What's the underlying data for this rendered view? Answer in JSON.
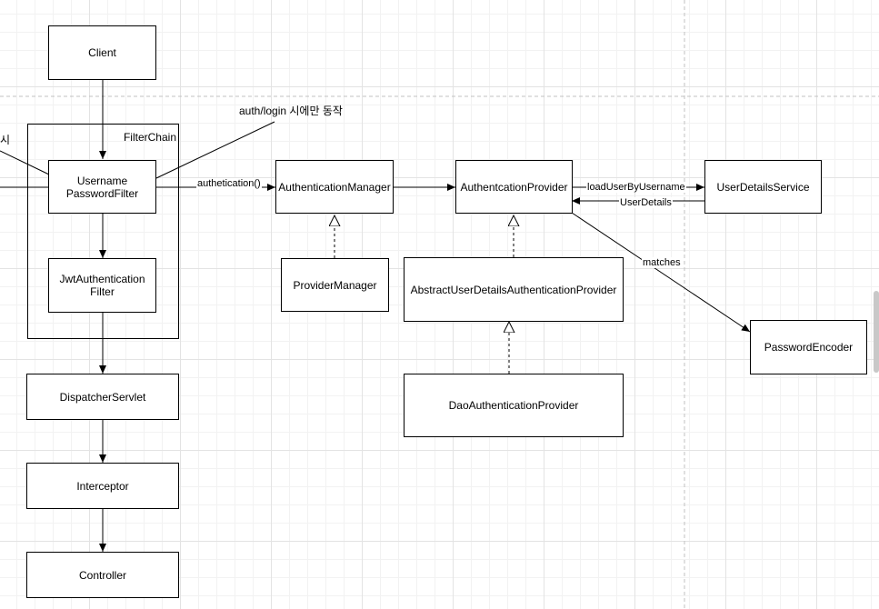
{
  "diagram": {
    "nodes": {
      "client": "Client",
      "username_filter": "Username\nPasswordFilter",
      "jwt_filter": "JwtAuthentication\nFilter",
      "dispatcher": "DispatcherServlet",
      "interceptor": "Interceptor",
      "controller": "Controller",
      "auth_manager": "AuthenticationManager",
      "provider_manager": "ProviderManager",
      "auth_provider": "AuthentcationProvider",
      "abstract_provider": "AbstractUserDetailsAuthenticationProvider",
      "dao_provider": "DaoAuthenticationProvider",
      "user_details_service": "UserDetailsService",
      "password_encoder": "PasswordEncoder"
    },
    "filter_chain_label": "FilterChain",
    "edge_labels": {
      "authentication_call": "authetication()",
      "load_user": "loadUserByUsername",
      "user_details": "UserDetails",
      "matches": "matches"
    },
    "annotations": {
      "login_note": "auth/login 시에만 동작",
      "left_fragment": "시"
    }
  }
}
